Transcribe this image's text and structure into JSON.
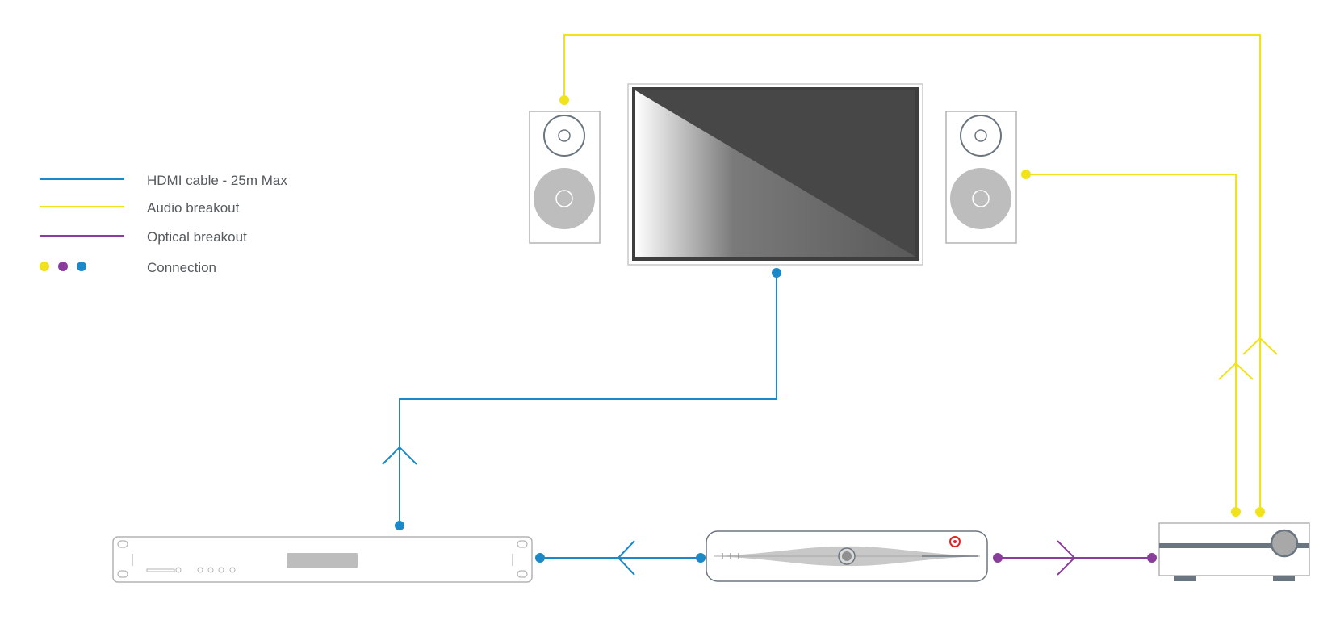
{
  "legend": {
    "items": [
      {
        "id": "hdmi",
        "label": "HDMI cable - 25m Max",
        "color": "#1a88c9"
      },
      {
        "id": "audio",
        "label": "Audio breakout",
        "color": "#f2e21c"
      },
      {
        "id": "optical",
        "label": "Optical breakout",
        "color": "#8a3c9d"
      },
      {
        "id": "connection",
        "label": "Connection",
        "dot_colors": [
          "#f2e21c",
          "#8a3c9d",
          "#1a88c9"
        ]
      }
    ]
  },
  "devices": {
    "tv": "tv-icon",
    "left_speaker": "speaker-icon",
    "right_speaker": "speaker-icon",
    "rack_unit": "rack-unit-icon",
    "media_player": "media-player-icon",
    "av_receiver": "av-receiver-icon"
  },
  "colors": {
    "hdmi": "#1a88c9",
    "audio": "#f2e21c",
    "optical": "#8a3c9d",
    "device_outline": "#b3b3b3",
    "device_dark": "#4a4a4a"
  }
}
